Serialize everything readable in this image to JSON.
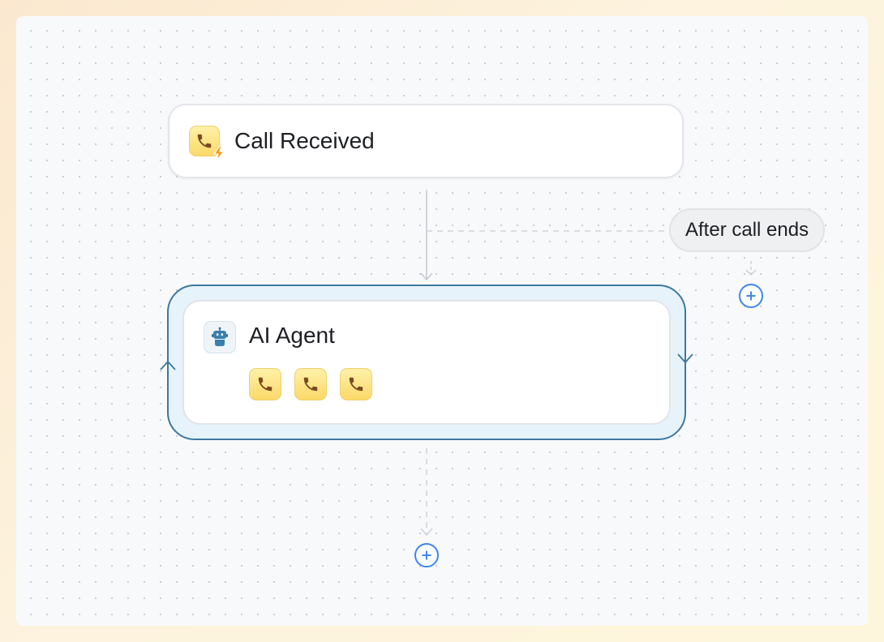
{
  "trigger_node": {
    "title": "Call Received",
    "icon": "phone-lightning-icon"
  },
  "branch": {
    "label": "After call ends"
  },
  "agent_node": {
    "title": "AI Agent",
    "icon": "robot-icon",
    "tools": [
      {
        "icon": "phone-icon"
      },
      {
        "icon": "phone-icon"
      },
      {
        "icon": "phone-icon"
      }
    ]
  },
  "add_buttons": [
    {
      "icon": "plus-icon",
      "location": "after-call-branch"
    },
    {
      "icon": "plus-icon",
      "location": "after-agent"
    }
  ],
  "colors": {
    "accent_blue": "#3e86f0",
    "loop_border": "#3c78a0",
    "loop_fill": "#e6f3fb",
    "tool_yellow": "#fbd86a",
    "connector_gray": "#c9ccd2"
  }
}
